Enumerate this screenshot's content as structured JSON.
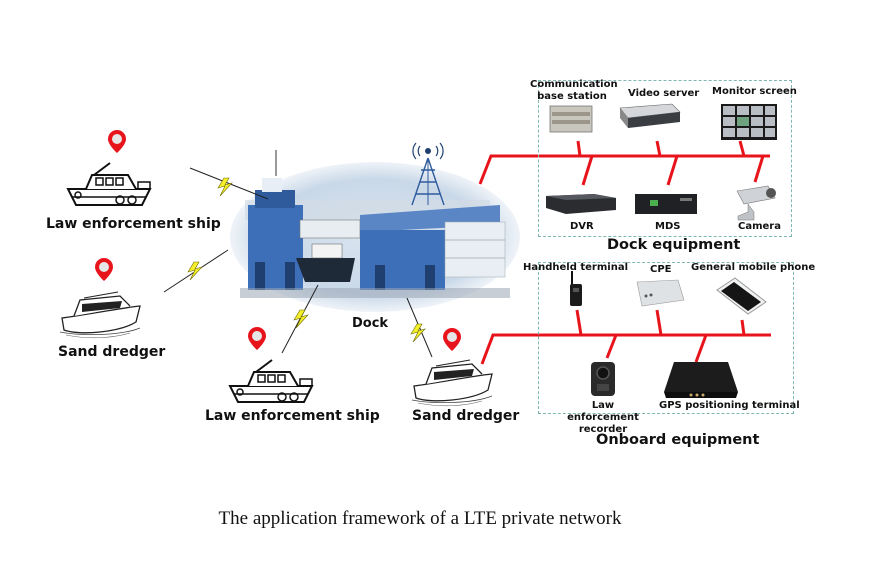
{
  "caption": "The application framework of a LTE private network",
  "center": {
    "dock_label": "Dock",
    "icons": [
      "dock-photo",
      "radio-tower-icon"
    ]
  },
  "vessels": [
    {
      "label": "Law enforcement ship",
      "icon": "patrol-boat-icon",
      "marker": "location-pin-icon",
      "position": "top-left"
    },
    {
      "label": "Sand dredger",
      "icon": "yacht-icon",
      "marker": "location-pin-icon",
      "position": "middle-left"
    },
    {
      "label": "Law enforcement ship",
      "icon": "patrol-boat-icon",
      "marker": "location-pin-icon",
      "position": "bottom-center"
    },
    {
      "label": "Sand dredger",
      "icon": "yacht-icon",
      "marker": "location-pin-icon",
      "position": "bottom-right"
    }
  ],
  "dock_equipment": {
    "title": "Dock equipment",
    "top_row": [
      {
        "label": "Communication base station",
        "icon": "base-station-icon"
      },
      {
        "label": "Video server",
        "icon": "server-icon"
      },
      {
        "label": "Monitor screen",
        "icon": "monitor-wall-icon"
      }
    ],
    "bottom_row": [
      {
        "label": "DVR",
        "icon": "dvr-icon"
      },
      {
        "label": "MDS",
        "icon": "mds-icon"
      },
      {
        "label": "Camera",
        "icon": "cctv-camera-icon"
      }
    ]
  },
  "onboard_equipment": {
    "title": "Onboard equipment",
    "top_row": [
      {
        "label": "Handheld terminal",
        "icon": "walkie-talkie-icon"
      },
      {
        "label": "CPE",
        "icon": "cpe-icon"
      },
      {
        "label": "General mobile phone",
        "icon": "smartphone-icon"
      }
    ],
    "bottom_row": [
      {
        "label": "Law enforcement recorder",
        "icon": "body-camera-icon"
      },
      {
        "label": "GPS positioning terminal",
        "icon": "gps-terminal-icon"
      }
    ]
  },
  "colors": {
    "bus_line": "#e8141c",
    "pin": "#e8141c",
    "lightning": "#f5ee2a",
    "box_border": "#7fb7b1",
    "dock_blue": "#3c6fb8"
  }
}
